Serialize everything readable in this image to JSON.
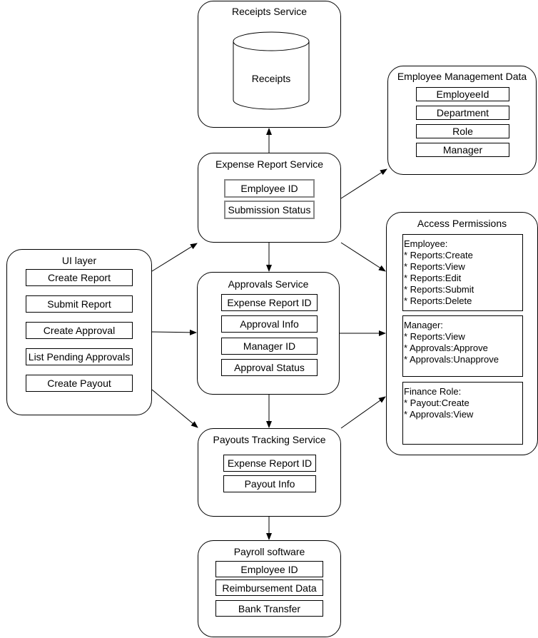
{
  "receipts_service": {
    "title": "Receipts Service",
    "db_label": "Receipts"
  },
  "employee_mgmt": {
    "title": "Employee Management Data",
    "fields": [
      "EmployeeId",
      "Department",
      "Role",
      "Manager"
    ]
  },
  "expense_report_service": {
    "title": "Expense Report Service",
    "fields": [
      "Employee ID",
      "Submission Status"
    ]
  },
  "ui_layer": {
    "title": "UI layer",
    "items": [
      "Create Report",
      "Submit Report",
      "Create Approval",
      "List Pending Approvals",
      "Create Payout"
    ]
  },
  "approvals_service": {
    "title": "Approvals Service",
    "fields": [
      "Expense Report ID",
      "Approval Info",
      "Manager ID",
      "Approval Status"
    ]
  },
  "access_permissions": {
    "title": "Access Permissions",
    "groups": [
      {
        "lines": [
          "Employee:",
          "* Reports:Create",
          "* Reports:View",
          "* Reports:Edit",
          "* Reports:Submit",
          "* Reports:Delete"
        ]
      },
      {
        "lines": [
          "Manager:",
          "* Reports:View",
          "* Approvals:Approve",
          "* Approvals:Unapprove"
        ]
      },
      {
        "lines": [
          "Finance Role:",
          "* Payout:Create",
          "* Approvals:View"
        ]
      }
    ]
  },
  "payouts_tracking_service": {
    "title": "Payouts Tracking Service",
    "fields": [
      "Expense Report ID",
      "Payout Info"
    ]
  },
  "payroll_software": {
    "title": "Payroll software",
    "fields": [
      "Employee ID",
      "Reimbursement Data",
      "Bank Transfer"
    ]
  }
}
